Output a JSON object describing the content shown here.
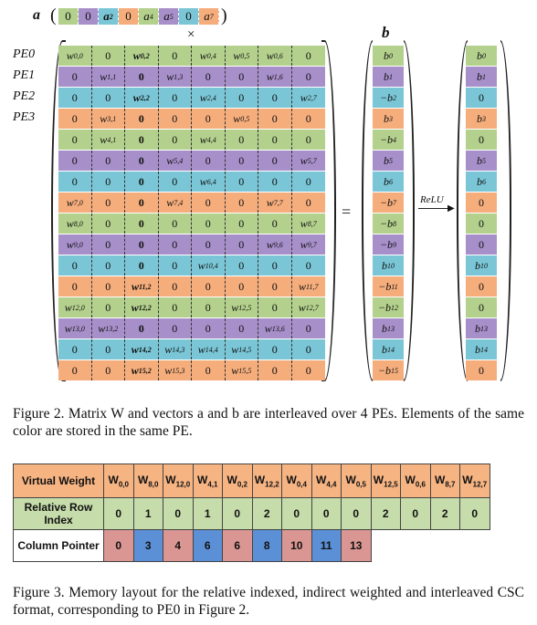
{
  "colors": {
    "pe0": "#b3d08c",
    "pe1": "#a78fca",
    "pe2": "#7ac6d6",
    "pe3": "#f5ad7c",
    "ptr_pink": "#d99692",
    "ptr_blue": "#5b8fd6",
    "header_orange": "#f6b483",
    "header_green": "#c6dcaa"
  },
  "vector_a": {
    "label": "a",
    "cells": [
      {
        "text": "0",
        "pe": "pe0"
      },
      {
        "text": "0",
        "pe": "pe1"
      },
      {
        "text": "a2",
        "pe": "pe2"
      },
      {
        "text": "0",
        "pe": "pe3"
      },
      {
        "text": "a4",
        "pe": "pe0"
      },
      {
        "text": "a5",
        "pe": "pe1"
      },
      {
        "text": "0",
        "pe": "pe2"
      },
      {
        "text": "a7",
        "pe": "pe3"
      }
    ]
  },
  "times_symbol": "×",
  "vector_b_label": "b",
  "equals_symbol": "=",
  "relu_label": "ReLU",
  "pe_labels": [
    "PE0",
    "PE1",
    "PE2",
    "PE3"
  ],
  "row_pes": [
    "pe0",
    "pe1",
    "pe2",
    "pe3",
    "pe0",
    "pe1",
    "pe2",
    "pe3",
    "pe0",
    "pe1",
    "pe2",
    "pe3",
    "pe0",
    "pe1",
    "pe2",
    "pe3"
  ],
  "matrix_rows": [
    [
      "w0,0",
      "0",
      "w0,2",
      "0",
      "w0,4",
      "w0,5",
      "w0,6",
      "0"
    ],
    [
      "0",
      "w1,1",
      "0",
      "w1,3",
      "0",
      "0",
      "w1,6",
      "0"
    ],
    [
      "0",
      "0",
      "w2,2",
      "0",
      "w2,4",
      "0",
      "0",
      "w2,7"
    ],
    [
      "0",
      "w3,1",
      "0",
      "0",
      "0",
      "w0,5",
      "0",
      "0"
    ],
    [
      "0",
      "w4,1",
      "0",
      "0",
      "w4,4",
      "0",
      "0",
      "0"
    ],
    [
      "0",
      "0",
      "0",
      "w5,4",
      "0",
      "0",
      "0",
      "w5,7"
    ],
    [
      "0",
      "0",
      "0",
      "0",
      "w6,4",
      "0",
      "0",
      "0"
    ],
    [
      "w7,0",
      "0",
      "0",
      "w7,4",
      "0",
      "0",
      "w7,7",
      "0"
    ],
    [
      "w8,0",
      "0",
      "0",
      "0",
      "0",
      "0",
      "0",
      "w8,7"
    ],
    [
      "w9,0",
      "0",
      "0",
      "0",
      "0",
      "0",
      "w9,6",
      "w9,7"
    ],
    [
      "0",
      "0",
      "0",
      "0",
      "w10,4",
      "0",
      "0",
      "0"
    ],
    [
      "0",
      "0",
      "w11,2",
      "0",
      "0",
      "0",
      "0",
      "w11,7"
    ],
    [
      "w12,0",
      "0",
      "w12,2",
      "0",
      "0",
      "w12,5",
      "0",
      "w12,7"
    ],
    [
      "w13,0",
      "w13,2",
      "0",
      "0",
      "0",
      "0",
      "w13,6",
      "0"
    ],
    [
      "0",
      "0",
      "w14,2",
      "w14,3",
      "w14,4",
      "w14,5",
      "0",
      "0"
    ],
    [
      "0",
      "0",
      "w15,2",
      "w15,3",
      "0",
      "w15,5",
      "0",
      "0"
    ]
  ],
  "bold_cells": [
    [
      0,
      2
    ],
    [
      2,
      2
    ],
    [
      11,
      2
    ],
    [
      12,
      2
    ],
    [
      14,
      2
    ],
    [
      15,
      2
    ],
    [
      1,
      2
    ],
    [
      3,
      2
    ],
    [
      4,
      2
    ],
    [
      5,
      2
    ],
    [
      6,
      2
    ],
    [
      7,
      2
    ],
    [
      8,
      2
    ],
    [
      9,
      2
    ],
    [
      10,
      2
    ],
    [
      13,
      2
    ]
  ],
  "vector_b": [
    "b0",
    "b1",
    "−b2",
    "b3",
    "−b4",
    "b5",
    "b6",
    "−b7",
    "−b8",
    "−b9",
    "b10",
    "−b11",
    "−b12",
    "b13",
    "b14",
    "−b15"
  ],
  "vector_out": [
    "b0",
    "b1",
    "0",
    "b3",
    "0",
    "b5",
    "b6",
    "0",
    "0",
    "0",
    "b10",
    "0",
    "0",
    "b13",
    "b14",
    "0"
  ],
  "figure2_caption": "Figure 2.   Matrix W and vectors a and b are interleaved over 4 PEs. Elements of the same color are stored in the same PE.",
  "table": {
    "row_headers": [
      "Virtual Weight",
      "Relative Row Index",
      "Column Pointer"
    ],
    "virtual_weights": [
      "W0,0",
      "W8,0",
      "W12,0",
      "W4,1",
      "W0,2",
      "W12,2",
      "W0,4",
      "W4,4",
      "W0,5",
      "W12,5",
      "W0,6",
      "W8,7",
      "W12,7"
    ],
    "relative_row_index": [
      "0",
      "1",
      "0",
      "1",
      "0",
      "2",
      "0",
      "0",
      "0",
      "2",
      "0",
      "2",
      "0"
    ],
    "column_pointer": [
      "0",
      "3",
      "4",
      "6",
      "6",
      "8",
      "10",
      "11",
      "13"
    ],
    "column_pointer_colors": [
      "ptr_pink",
      "ptr_blue",
      "ptr_pink",
      "ptr_blue",
      "ptr_pink",
      "ptr_blue",
      "ptr_pink",
      "ptr_blue",
      "ptr_pink"
    ]
  },
  "figure3_caption": "Figure 3.   Memory layout for the relative indexed, indirect weighted and interleaved CSC format, corresponding to PE0 in Figure 2."
}
